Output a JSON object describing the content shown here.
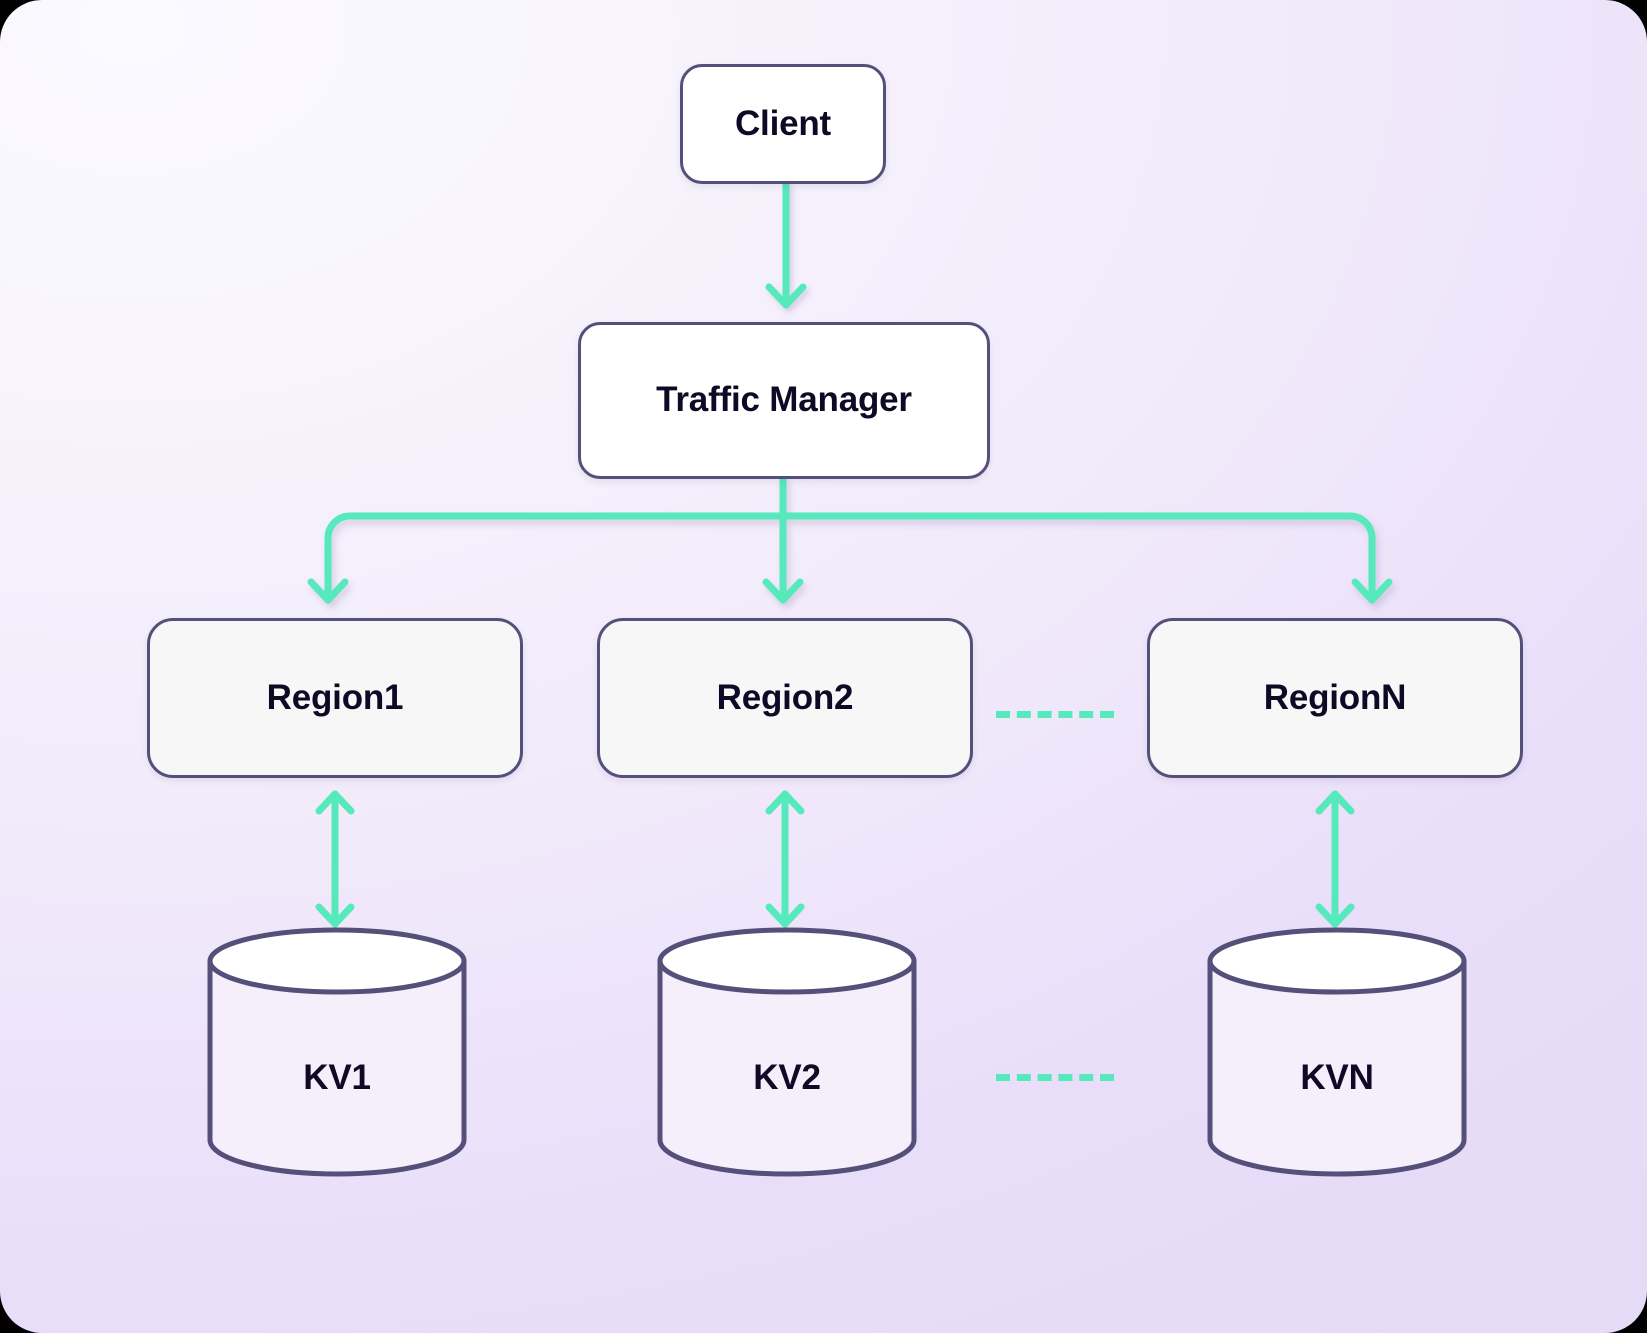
{
  "diagram": {
    "title": "Multi-region key-value store architecture",
    "type": "flow-diagram",
    "colors": {
      "accent_arrow": "#55e9bc",
      "node_border": "#555079",
      "node_text": "#0e0a26",
      "node_fill_white": "#ffffff",
      "node_fill_region": "#f7f7f8",
      "cylinder_body": "#f5effb",
      "cylinder_top": "#ffffff",
      "background_start": "#fbfaff",
      "background_end": "#e5dbf6"
    },
    "nodes": {
      "client": {
        "label": "Client"
      },
      "traffic_manager": {
        "label": "Traffic Manager"
      },
      "regions": [
        {
          "label": "Region1"
        },
        {
          "label": "Region2"
        },
        {
          "label": "RegionN"
        }
      ],
      "stores": [
        {
          "label": "KV1"
        },
        {
          "label": "KV2"
        },
        {
          "label": "KVN"
        }
      ]
    },
    "ellipsis": {
      "regions_gap": "........",
      "stores_gap": "........"
    },
    "edges": [
      {
        "from": "Client",
        "to": "Traffic Manager",
        "style": "arrow-down"
      },
      {
        "from": "Traffic Manager",
        "to": "Region1",
        "style": "branch-arrow-down"
      },
      {
        "from": "Traffic Manager",
        "to": "Region2",
        "style": "arrow-down"
      },
      {
        "from": "Traffic Manager",
        "to": "RegionN",
        "style": "branch-arrow-down"
      },
      {
        "from": "Region1",
        "to": "KV1",
        "style": "double-arrow-vertical"
      },
      {
        "from": "Region2",
        "to": "KV2",
        "style": "double-arrow-vertical"
      },
      {
        "from": "RegionN",
        "to": "KVN",
        "style": "double-arrow-vertical"
      }
    ]
  }
}
